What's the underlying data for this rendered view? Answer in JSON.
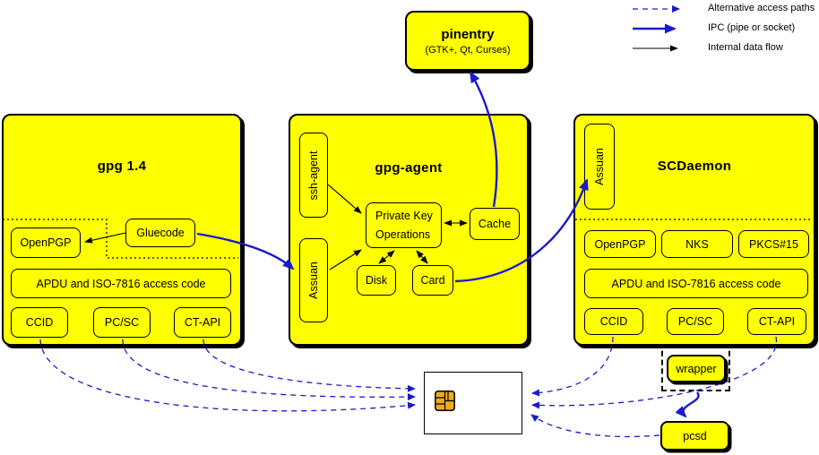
{
  "legend": {
    "items": [
      {
        "label": "Alternative access paths",
        "style": "dashed-blue-arrow"
      },
      {
        "label": "IPC (pipe or socket)",
        "style": "solid-blue-arrow"
      },
      {
        "label": "Internal data flow",
        "style": "solid-black-arrow"
      }
    ]
  },
  "pinentry": {
    "title": "pinentry",
    "subtitle": "(GTK+, Qt, Curses)"
  },
  "gpg14": {
    "title": "gpg 1.4",
    "openpgp": "OpenPGP",
    "gluecode": "Gluecode",
    "apdu": "APDU and ISO-7816 access code",
    "ccid": "CCID",
    "pcsc": "PC/SC",
    "ctapi": "CT-API"
  },
  "gpgagent": {
    "title": "gpg-agent",
    "sshagent": "ssh-agent",
    "assuan": "Assuan",
    "pko_line1": "Private Key",
    "pko_line2": "Operations",
    "cache": "Cache",
    "disk": "Disk",
    "card": "Card"
  },
  "scdaemon": {
    "title": "SCDaemon",
    "assuan": "Assuan",
    "openpgp": "OpenPGP",
    "nks": "NKS",
    "pkcs15": "PKCS#15",
    "apdu": "APDU and ISO-7816 access code",
    "ccid": "CCID",
    "pcsc": "PC/SC",
    "ctapi": "CT-API",
    "wrapper": "wrapper"
  },
  "pcsd": {
    "label": "pcsd"
  },
  "icons": {
    "smartcard": "smartcard-with-chip"
  },
  "colors": {
    "box_fill": "#ffff00",
    "border": "#000000",
    "blue": "#1a1acd",
    "chip_gold": "#edac1c",
    "card_fill": "#ffffff"
  }
}
